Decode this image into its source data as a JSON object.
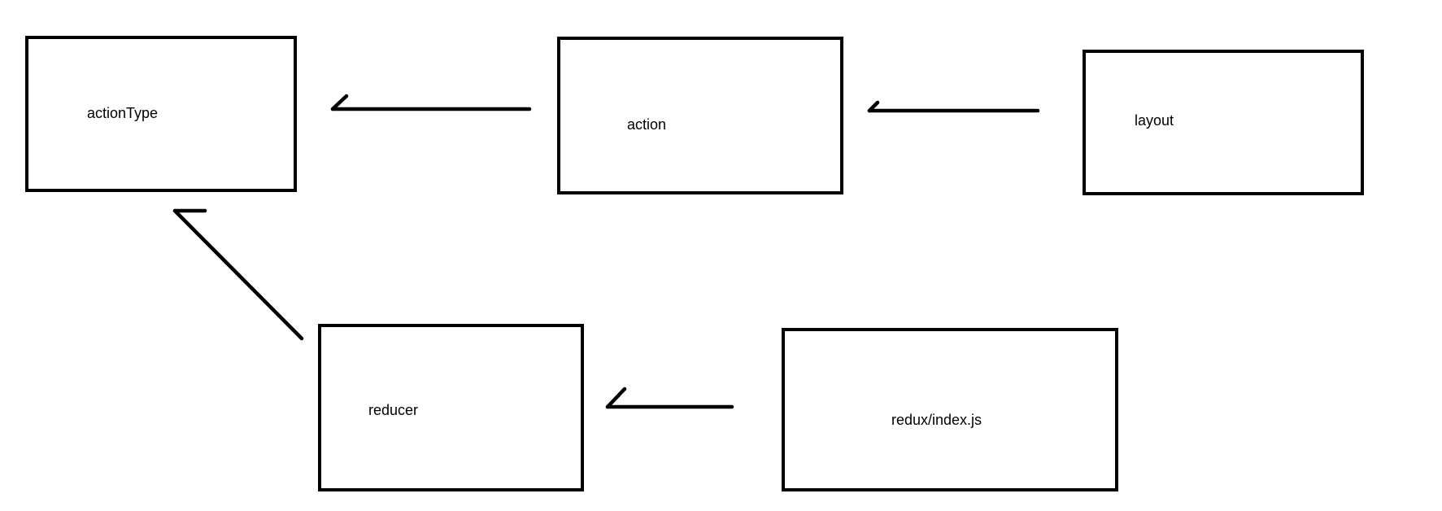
{
  "diagram": {
    "nodes": {
      "actionType": {
        "label": "actionType"
      },
      "action": {
        "label": "action"
      },
      "layout": {
        "label": "layout"
      },
      "reducer": {
        "label": "reducer"
      },
      "index": {
        "label": "redux/index.js"
      }
    },
    "edges": [
      {
        "from": "action",
        "to": "actionType"
      },
      {
        "from": "layout",
        "to": "action"
      },
      {
        "from": "reducer",
        "to": "actionType"
      },
      {
        "from": "index",
        "to": "reducer"
      }
    ],
    "colors": {
      "stroke": "#000000",
      "background": "#ffffff"
    }
  }
}
